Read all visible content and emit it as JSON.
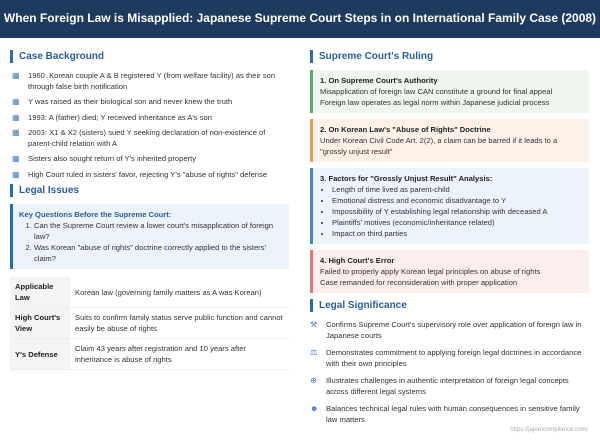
{
  "title": "When Foreign Law is Misapplied: Japanese Supreme Court Steps in on International Family Case (2008)",
  "background": {
    "heading": "Case Background",
    "items": [
      "1960: Korean couple A & B registered Y (from welfare facility) as their son through false birth notification",
      "Y was raised as their biological son and never knew the truth",
      "1993: A (father) died; Y received inheritance as A's son",
      "2003: X1 & X2 (sisters) sued Y seeking declaration of non-existence of parent-child relation with A",
      "Sisters also sought return of Y's inherited property",
      "High Court ruled in sisters' favor, rejecting Y's \"abuse of rights\" defense"
    ]
  },
  "issues": {
    "heading": "Legal Issues",
    "box_title": "Key Questions Before the Supreme Court:",
    "questions": [
      "Can the Supreme Court review a lower court's misapplication of foreign law?",
      "Was Korean \"abuse of rights\" doctrine correctly applied to the sisters' claim?"
    ],
    "table": [
      {
        "k": "Applicable Law",
        "v": "Korean law (governing family matters as A was Korean)"
      },
      {
        "k": "High Court's View",
        "v": "Suits to confirm family status serve public function and cannot easily be abuse of rights"
      },
      {
        "k": "Y's Defense",
        "v": "Claim 43 years after registration and 10 years after inheritance is abuse of rights"
      }
    ]
  },
  "ruling": {
    "heading": "Supreme Court's Ruling",
    "b1": {
      "title": "1. On Supreme Court's Authority",
      "lines": [
        "Misapplication of foreign law CAN constitute a ground for final appeal",
        "Foreign law operates as legal norm within Japanese judicial process"
      ]
    },
    "b2": {
      "title": "2. On Korean Law's \"Abuse of Rights\" Doctrine",
      "lines": [
        "Under Korean Civil Code Art. 2(2), a claim can be barred if it leads to a \"grossly unjust result\""
      ]
    },
    "b3": {
      "title": "3. Factors for \"Grossly Unjust Result\" Analysis:",
      "items": [
        "Length of time lived as parent-child",
        "Emotional distress and economic disadvantage to Y",
        "Impossibility of Y establishing legal relationship with deceased A",
        "Plaintiffs' motives (economic/inheritance related)",
        "Impact on third parties"
      ]
    },
    "b4": {
      "title": "4. High Court's Error",
      "lines": [
        "Failed to properly apply Korean legal principles on abuse of rights",
        "Case remanded for reconsideration with proper application"
      ]
    }
  },
  "significance": {
    "heading": "Legal Significance",
    "items": [
      {
        "icon": "gavel-icon",
        "text": "Confirms Supreme Court's supervisory role over application of foreign law in Japanese courts"
      },
      {
        "icon": "scale-icon",
        "text": "Demonstrates commitment to applying foreign legal doctrines in accordance with their own principles"
      },
      {
        "icon": "globe-icon",
        "text": "Illustrates challenges in authentic interpretation of foreign legal concepts across different legal systems"
      },
      {
        "icon": "users-icon",
        "text": "Balances technical legal rules with human consequences in sensitive family law matters"
      }
    ]
  },
  "footer": "https://japancompliance.com/"
}
